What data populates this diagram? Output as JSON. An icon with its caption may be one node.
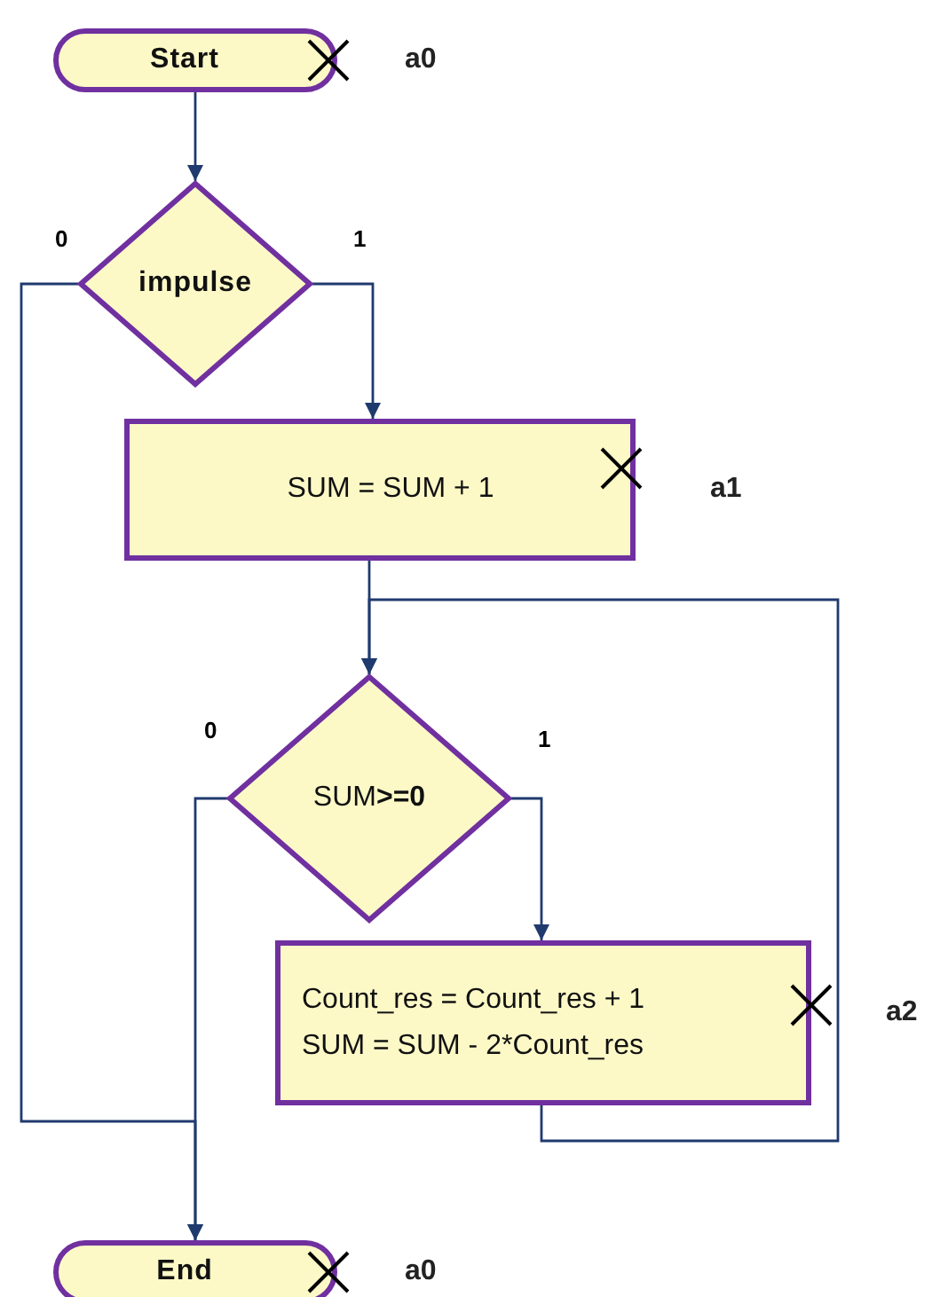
{
  "diagram": {
    "nodes": [
      {
        "text": [
          "Start"
        ],
        "beside": [
          "a0"
        ]
      },
      {
        "text": [
          "impulse"
        ]
      },
      {
        "text": [
          "SUM = SUM + 1"
        ],
        "beside": [
          "a1"
        ]
      },
      {
        "text": [
          "SUM**>=0**"
        ]
      },
      {
        "text": [
          "Count_res =  Count_res + 1",
          "SUM = SUM - 2*Count_res"
        ],
        "beside": [
          "a2"
        ]
      },
      {
        "text": [
          "End"
        ],
        "beside": [
          "a0"
        ]
      }
    ],
    "edges": [
      {
        "from": 0,
        "to": 1,
        "arrow": "to"
      },
      {
        "from": 1,
        "to": 2,
        "arrow": "to",
        "label": "1"
      },
      {
        "from": 1,
        "to": 5,
        "arrow": "to",
        "label": "0"
      },
      {
        "from": 2,
        "to": 3,
        "arrow": "to"
      },
      {
        "from": 3,
        "to": 4,
        "arrow": "to",
        "label": "1"
      },
      {
        "from": 3,
        "to": 5,
        "arrow": "to",
        "label": "0"
      },
      {
        "from": 4,
        "to": 3,
        "arrow": "to"
      }
    ]
  }
}
